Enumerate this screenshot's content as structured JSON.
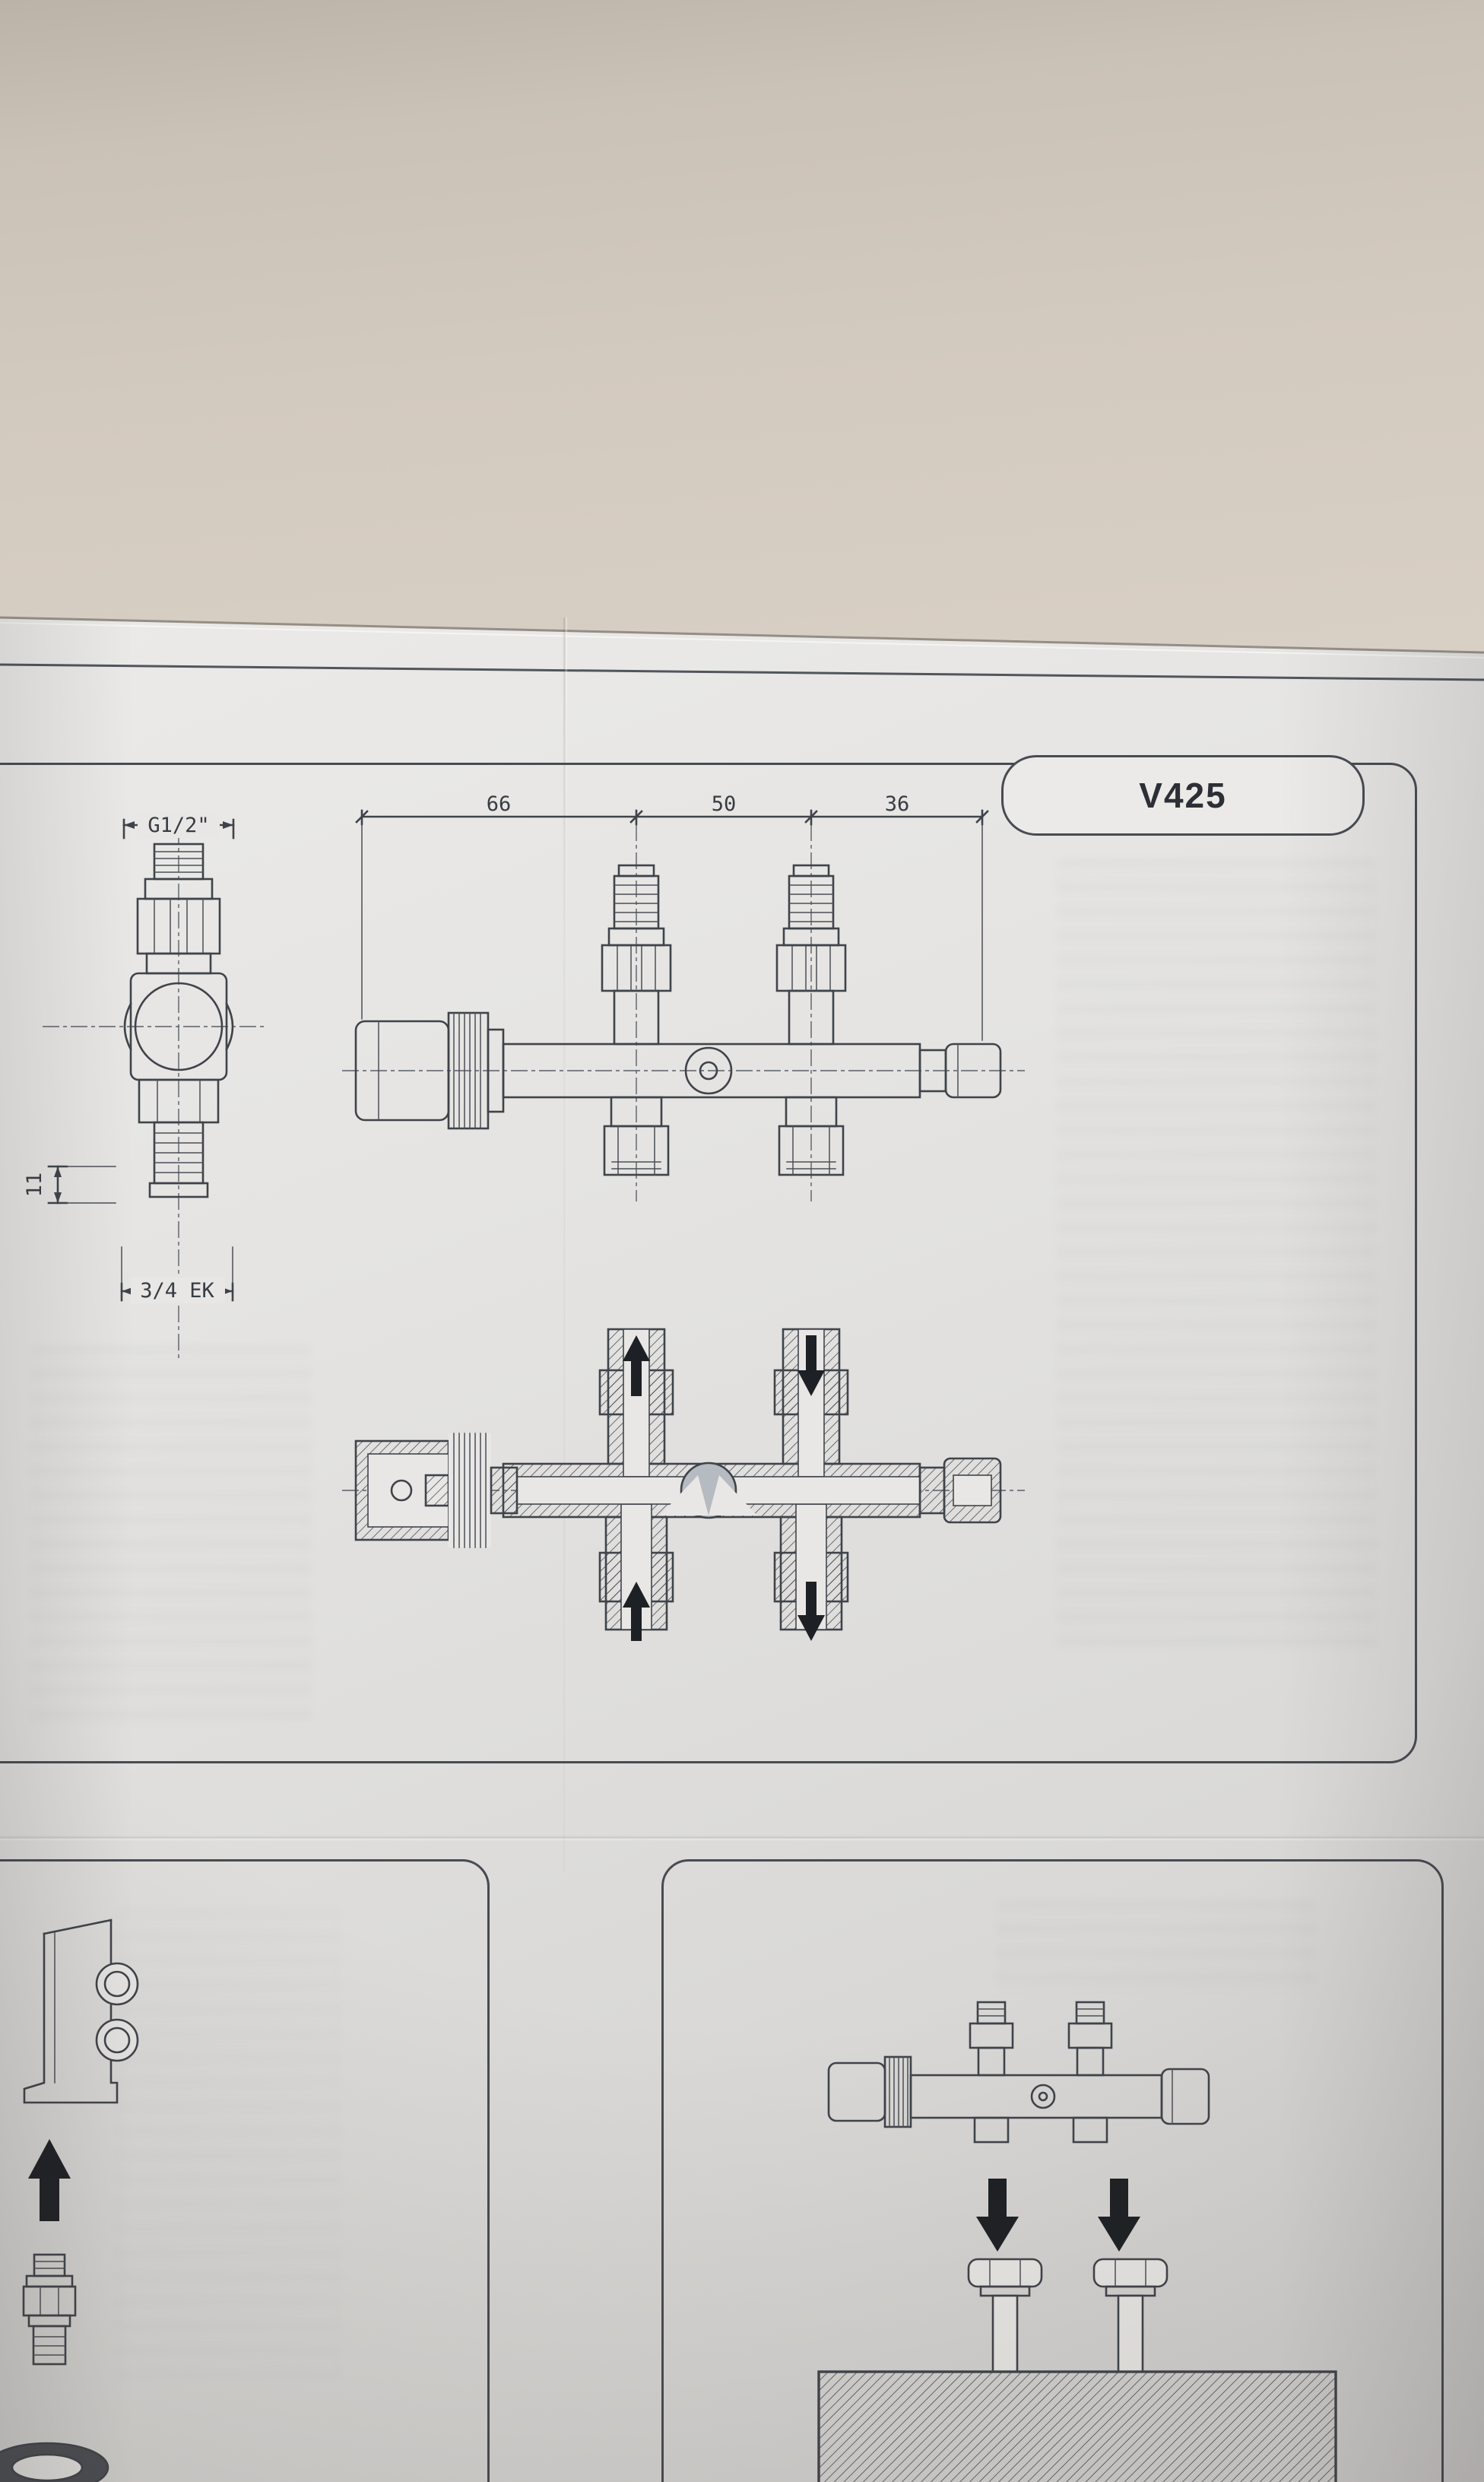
{
  "page": {
    "model_label": "V425"
  },
  "side_view": {
    "dim_top_thread": "G1/2\"",
    "dim_offset": "11",
    "dim_bottom_thread": "3/4 EK"
  },
  "front_view": {
    "dim_spans": [
      "66",
      "50",
      "36"
    ]
  },
  "colors": {
    "ink": "#3f434a",
    "paper": "#e8e7e5",
    "wall": "#d6cdc2"
  }
}
